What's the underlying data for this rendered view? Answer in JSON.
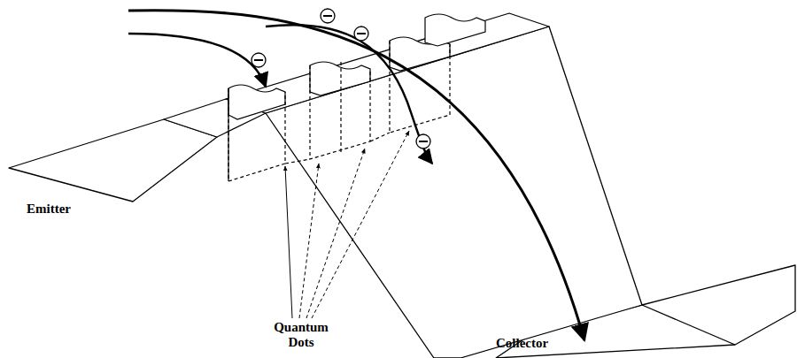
{
  "diagram": {
    "labels": [
      "Emitter",
      "Quantum Dots",
      "Collector"
    ]
  }
}
